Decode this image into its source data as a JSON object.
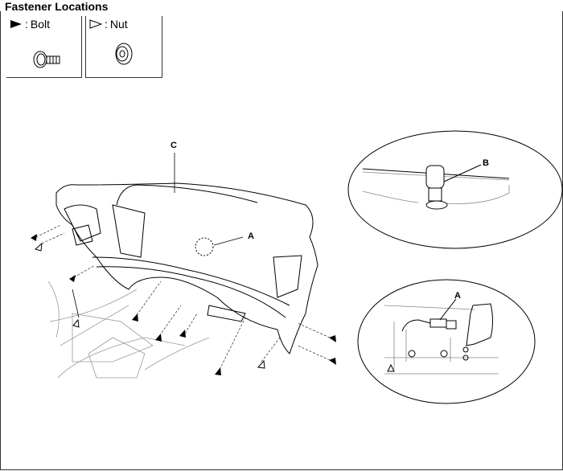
{
  "title": "Fastener Locations",
  "legend": [
    {
      "symbol": "filled-triangle",
      "separator": ":",
      "label": "Bolt"
    },
    {
      "symbol": "outline-triangle",
      "separator": ":",
      "label": "Nut"
    }
  ],
  "callouts": {
    "c": "C",
    "a_main": "A",
    "b_detail": "B",
    "a_detail": "A"
  }
}
